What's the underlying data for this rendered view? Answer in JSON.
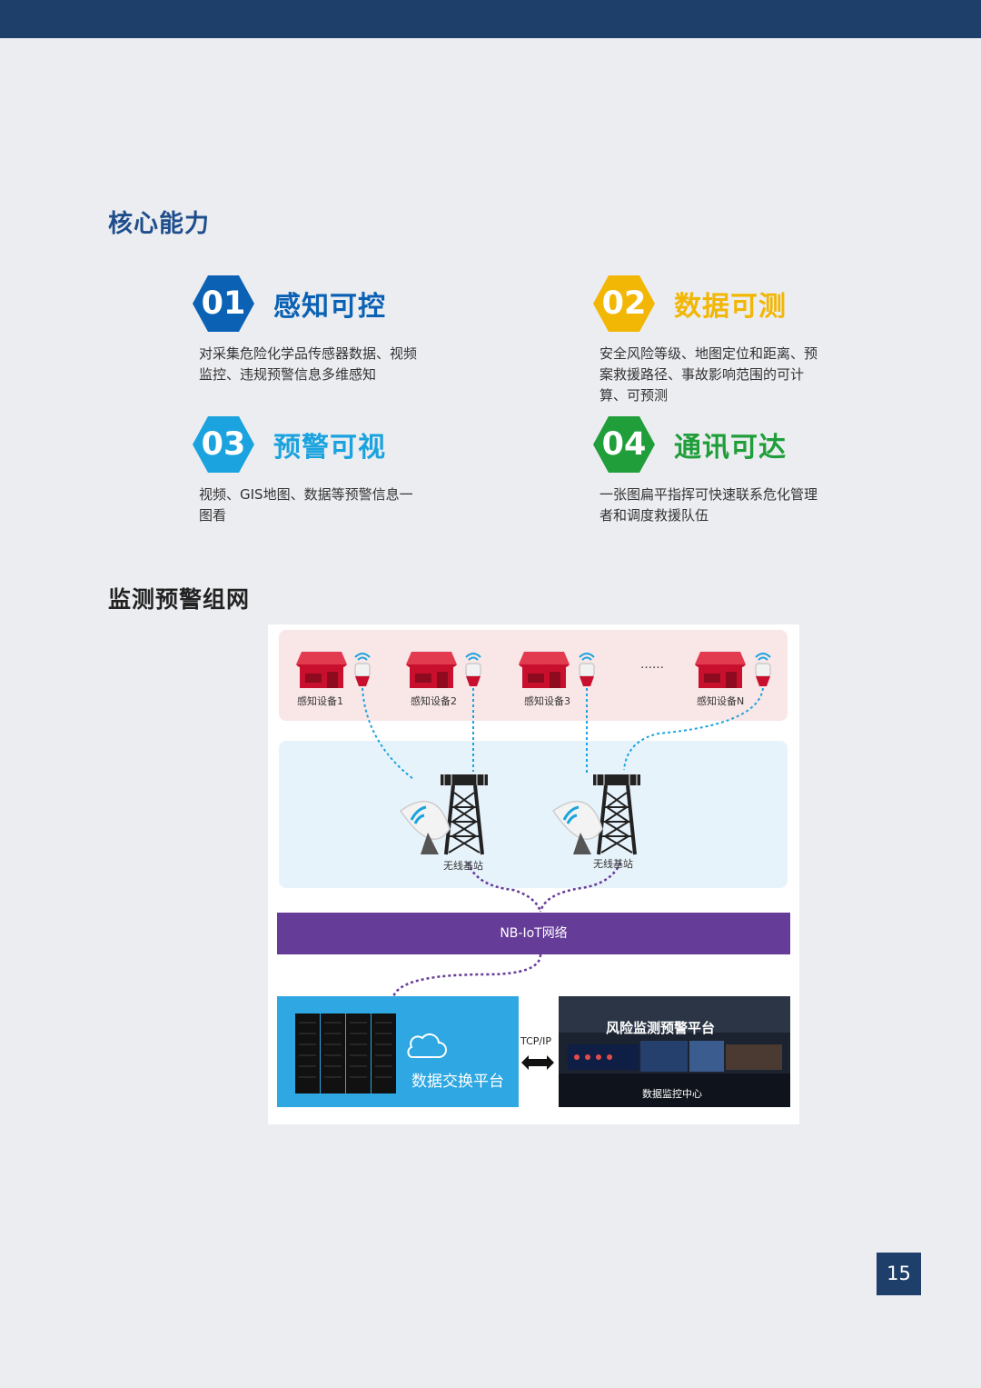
{
  "sections": {
    "core_title": "核心能力",
    "network_title": "监测预警组网"
  },
  "capabilities": [
    {
      "num": "01",
      "name": "感知可控",
      "desc": "对采集危险化学品传感器数据、视频监控、违规预警信息多维感知",
      "color": "#0b62b5"
    },
    {
      "num": "02",
      "name": "数据可测",
      "desc": "安全风险等级、地图定位和距离、预案救援路径、事故影响范围的可计算、可预测",
      "color": "#f2b705"
    },
    {
      "num": "03",
      "name": "预警可视",
      "desc": "视频、GIS地图、数据等预警信息一图看",
      "color": "#1aa3de"
    },
    {
      "num": "04",
      "name": "通讯可达",
      "desc": "一张图扁平指挥可快速联系危化管理者和调度救援队伍",
      "color": "#1f9e3a"
    }
  ],
  "diagram": {
    "devices": [
      "感知设备1",
      "感知设备2",
      "感知设备3",
      "感知设备N"
    ],
    "ellipsis": "……",
    "base_station_label": "无线基站",
    "network_label": "NB-IoT网络",
    "exchange_label": "数据交换平台",
    "tcp_label": "TCP/IP",
    "platform_title": "风险监测预警平台",
    "monitor_label": "数据监控中心"
  },
  "page_number": "15"
}
